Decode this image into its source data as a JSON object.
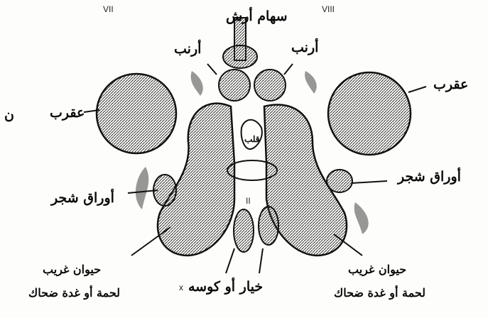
{
  "plate_numbers": {
    "left": "VII",
    "right": "VIII"
  },
  "markers": {
    "x_mark": "x",
    "center_mark": "II"
  },
  "labels": {
    "top_center": "سهام أرش",
    "left_upper_small": "أرنب",
    "right_upper_small": "أرنب",
    "left_big_circle": "عقرب",
    "left_big_circle_cut": "ن",
    "right_big_circle": "عقرب",
    "left_leaf": "أوراق شجر",
    "right_leaf": "أوراق شجر",
    "bottom_center": "خيار أو كوسه",
    "bottom_left_line1": "حيوان غريب",
    "bottom_left_line2": "لحمة أو غدة ضحاك",
    "bottom_right_line1": "حيوان غريب",
    "bottom_right_line2": "لحمة أو غدة ضحاك",
    "center_small": "قلب"
  },
  "colors": {
    "ink": "#111111",
    "paper": "#fdfdfb",
    "shade": "#555555"
  }
}
